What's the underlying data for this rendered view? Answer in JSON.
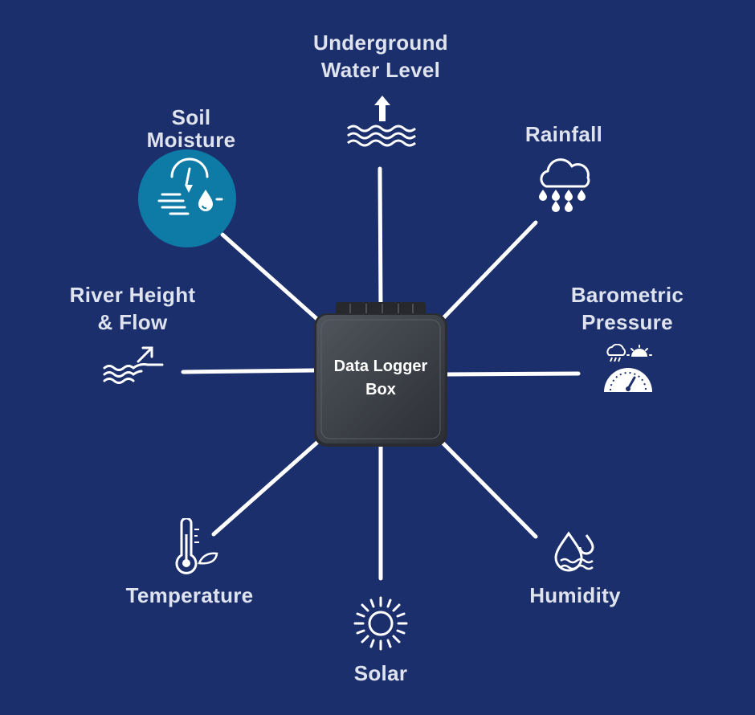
{
  "center": {
    "line1": "Data Logger",
    "line2": "Box"
  },
  "sensors": {
    "underground": {
      "line1": "Underground",
      "line2": "Water Level",
      "icon": "water-level-up-arrow-icon"
    },
    "soil": {
      "line1": "Soil",
      "line2": "Moisture",
      "icon": "soil-moisture-gauge-icon",
      "highlight_color": "#0e7aa6"
    },
    "rainfall": {
      "line1": "Rainfall",
      "icon": "rain-cloud-icon"
    },
    "river": {
      "line1": "River Height",
      "line2": "& Flow",
      "icon": "river-flow-icon"
    },
    "barometric": {
      "line1": "Barometric",
      "line2": "Pressure",
      "icon": "barometer-gauge-icon"
    },
    "temperature": {
      "line1": "Temperature",
      "icon": "thermometer-leaf-icon"
    },
    "solar": {
      "line1": "Solar",
      "icon": "sun-icon"
    },
    "humidity": {
      "line1": "Humidity",
      "icon": "water-drops-icon"
    }
  },
  "colors": {
    "background": "#1c2f6d",
    "line": "#ffffff",
    "label": "#dfe3ee",
    "box": "#3a3d45"
  }
}
